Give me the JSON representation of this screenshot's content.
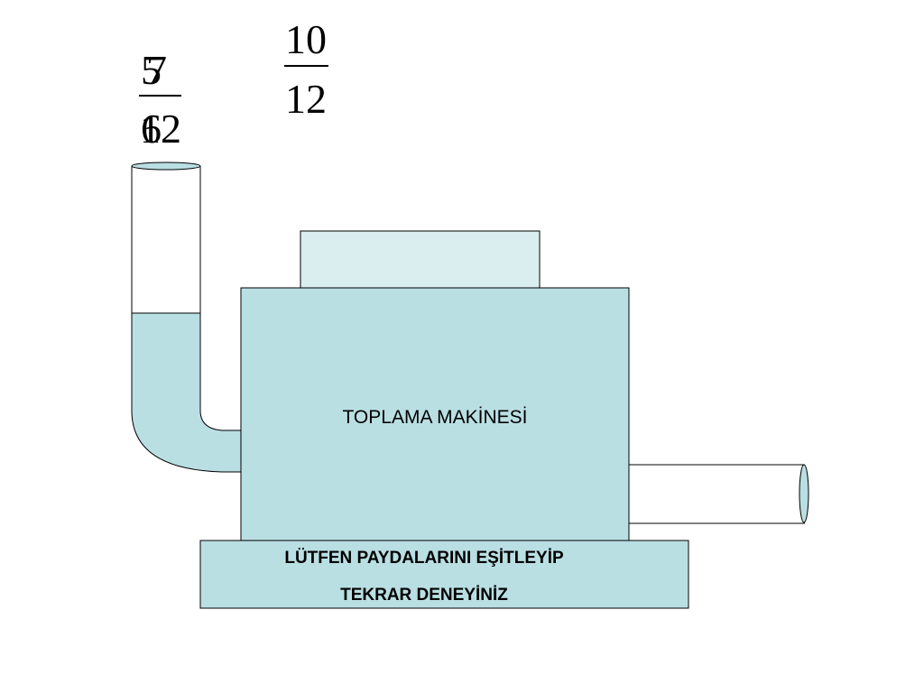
{
  "fractions": {
    "first": {
      "numerator": "5",
      "denominator": "6"
    },
    "second": {
      "numerator": "7",
      "denominator": "12"
    },
    "third": {
      "numerator": "10",
      "denominator": "12"
    }
  },
  "machine": {
    "label": "TOPLAMA MAKİNESİ"
  },
  "message": {
    "line1": "LÜTFEN PAYDALARINI EŞİTLEYİP",
    "line2": "TEKRAR DENEYİNİZ"
  },
  "colors": {
    "liquid": "#b9dfe3",
    "hopper": "#daeef0",
    "outline": "#000000",
    "background": "#ffffff"
  }
}
